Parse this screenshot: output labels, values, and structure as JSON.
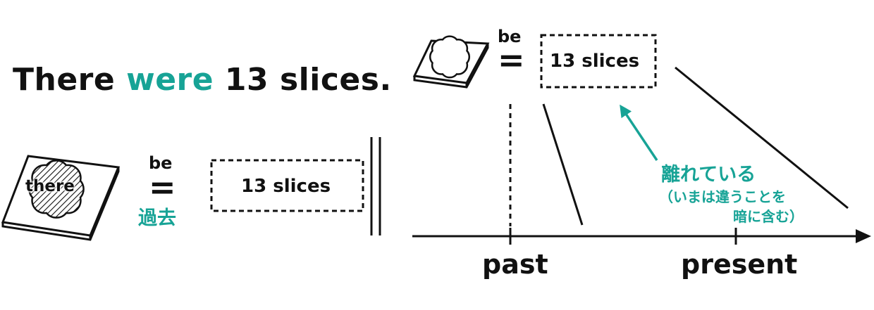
{
  "sentence": {
    "subject": "There",
    "verb": "were",
    "rest": "13 slices."
  },
  "left_diagram": {
    "plate_label": "there",
    "be_label": "be",
    "equals": "=",
    "tense_label": "過去",
    "box_text": "13 slices"
  },
  "right_diagram": {
    "be_label": "be",
    "equals": "=",
    "box_text": "13 slices",
    "annotation_main": "離れている",
    "annotation_line1": "（いまは違うことを",
    "annotation_line2": "暗に含む）",
    "axis": {
      "past_label": "past",
      "present_label": "present"
    }
  },
  "colors": {
    "accent": "#17a396",
    "ink": "#111111"
  }
}
